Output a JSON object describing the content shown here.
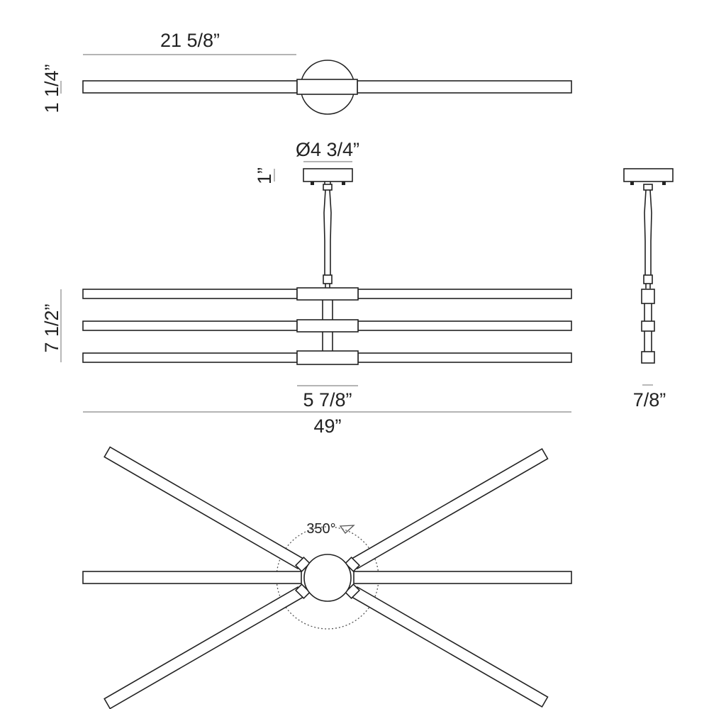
{
  "dimensions": {
    "half_length": "21 5/8”",
    "bar_height": "1 1/4”",
    "canopy_diameter": "Ø4 3/4”",
    "canopy_height": "1”",
    "fixture_height": "7 1/2”",
    "hub_width": "5 7/8”",
    "total_length": "49”",
    "side_depth": "7/8”",
    "rotation": "350°"
  },
  "colors": {
    "line": "#222222",
    "background": "#ffffff"
  }
}
